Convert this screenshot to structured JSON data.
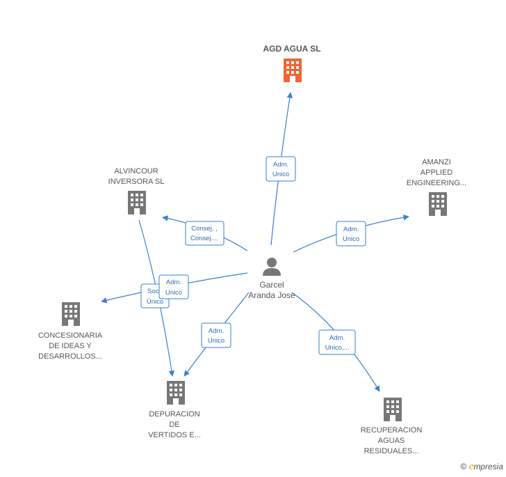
{
  "center": {
    "name_line1": "Garcel",
    "name_line2": "Aranda Jose",
    "icon": "person-icon"
  },
  "companies": [
    {
      "id": "agd",
      "lines": [
        "AGD AGUA  SL"
      ],
      "highlight": true,
      "icon": "building-icon"
    },
    {
      "id": "alvincour",
      "lines": [
        "ALVINCOUR",
        "INVERSORA SL"
      ],
      "highlight": false,
      "icon": "building-icon"
    },
    {
      "id": "amanzi",
      "lines": [
        "AMANZI",
        "APPLIED",
        "ENGINEERING..."
      ],
      "highlight": false,
      "icon": "building-icon"
    },
    {
      "id": "concesionaria",
      "lines": [
        "CONCESIONARIA",
        "DE IDEAS Y",
        "DESARROLLOS..."
      ],
      "highlight": false,
      "icon": "building-icon"
    },
    {
      "id": "depuracion",
      "lines": [
        "DEPURACION",
        "DE",
        "VERTIDOS E..."
      ],
      "highlight": false,
      "icon": "building-icon"
    },
    {
      "id": "recuperacion",
      "lines": [
        "RECUPERACION",
        "AGUAS",
        "RESIDUALES..."
      ],
      "highlight": false,
      "icon": "building-icon"
    }
  ],
  "edge_labels": {
    "to_agd": [
      "Adm.",
      "Unico"
    ],
    "to_alvincour": [
      "Consej. ,",
      "Consej...."
    ],
    "to_amanzi": [
      "Adm.",
      "Unico"
    ],
    "to_concesionaria": [
      "Adm.",
      "Unico"
    ],
    "alvincour_to_depuracion": [
      "Soc",
      "Único"
    ],
    "to_depuracion": [
      "Adm.",
      "Unico"
    ],
    "to_recuperacion": [
      "Adm.",
      "Unico,..."
    ]
  },
  "colors": {
    "edge": "#3a7fc9",
    "building_default": "#777777",
    "building_highlight": "#f26436"
  },
  "footer": {
    "copyright": "©",
    "brand_initial": "e",
    "brand_rest": "mpresia"
  }
}
